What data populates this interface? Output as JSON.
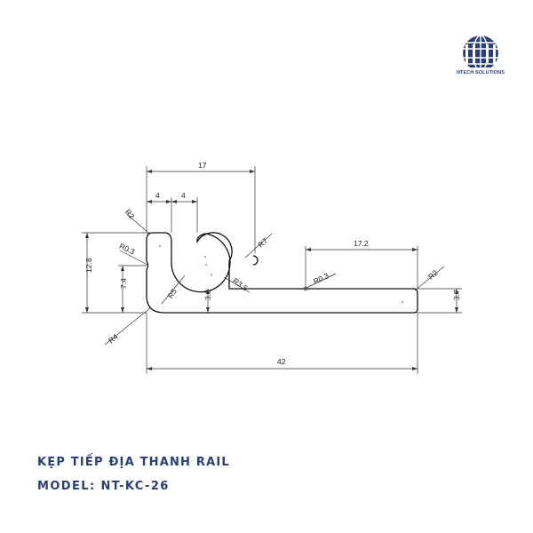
{
  "brand": {
    "name": "NTECH SOLUTIONS",
    "logo_icon": "globe-ntech-logo-icon",
    "color": "#2b3f73"
  },
  "product": {
    "title": "KẸP TIẾP ĐỊA THANH RAIL",
    "model": "MODEL: NT-KC-26"
  },
  "dimensions": {
    "d17": "17",
    "d4a": "4",
    "d4b": "4",
    "r2_top": "R2",
    "r7": "R7",
    "d17_2": "17.2",
    "r0_3_left": "R0.3",
    "r0_3_right": "R0.3",
    "r2_right": "R2",
    "d12_8": "12.8",
    "d7_4": "7.4",
    "r5": "R5",
    "d3_8": "3.8",
    "r3_5": "R3.5",
    "d3_7": "3.7",
    "r4": "R4",
    "d42": "42"
  }
}
